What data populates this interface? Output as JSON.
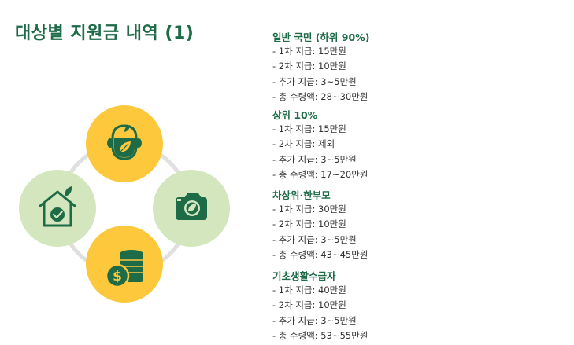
{
  "title": "대상별 지원금 내역 (1)",
  "colors": {
    "title_green": "#1e6b48",
    "yellow_circle": "#fdc83c",
    "light_green_circle": "#d3e6bd",
    "ring_gray": "#e0e0e0",
    "icon_dark_green": "#1e6b48"
  },
  "icons": [
    "person-leaf-icon",
    "house-check-icon",
    "camera-leaf-icon",
    "coin-stack-dollar-icon"
  ],
  "sections": [
    {
      "heading": "일반 국민 (하위 90%)",
      "items": [
        "- 1차 지급: 15만원",
        "- 2차 지급: 10만원",
        "- 추가 지급: 3~5만원",
        "- 총 수령액: 28~30만원"
      ]
    },
    {
      "heading": "상위 10%",
      "items": [
        "- 1차 지급: 15만원",
        "- 2차 지급: 제외",
        "- 추가 지급: 3~5만원",
        "- 총 수령액: 17~20만원"
      ]
    },
    {
      "heading": "차상위·한부모",
      "items": [
        "- 1차 지급: 30만원",
        "- 2차 지급: 10만원",
        "- 추가 지급: 3~5만원",
        "- 총 수령액: 43~45만원"
      ]
    },
    {
      "heading": "기초생활수급자",
      "items": [
        "- 1차 지급: 40만원",
        "- 2차 지급: 10만원",
        "- 추가 지급: 3~5만원",
        "- 총 수령액: 53~55만원"
      ]
    }
  ]
}
